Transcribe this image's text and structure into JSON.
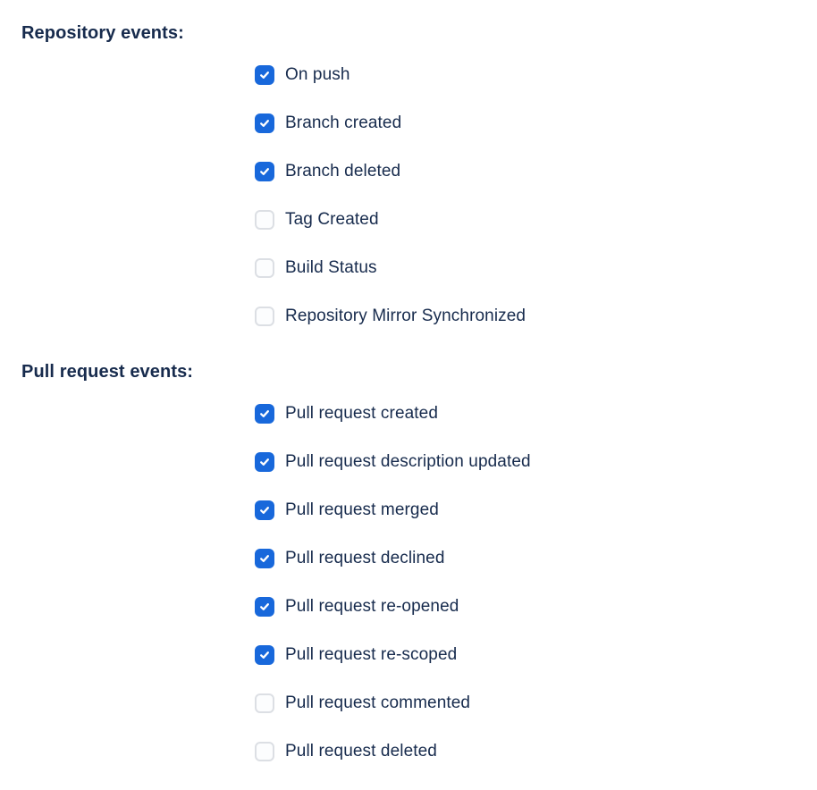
{
  "form": {
    "sections": [
      {
        "id": "repository-events",
        "heading": "Repository events:",
        "options": [
          {
            "label": "On push",
            "checked": true
          },
          {
            "label": "Branch created",
            "checked": true
          },
          {
            "label": "Branch deleted",
            "checked": true
          },
          {
            "label": "Tag Created",
            "checked": false
          },
          {
            "label": "Build Status",
            "checked": false
          },
          {
            "label": "Repository Mirror Synchronized",
            "checked": false
          }
        ]
      },
      {
        "id": "pull-request-events",
        "heading": "Pull request events:",
        "options": [
          {
            "label": "Pull request created",
            "checked": true
          },
          {
            "label": "Pull request description updated",
            "checked": true
          },
          {
            "label": "Pull request merged",
            "checked": true
          },
          {
            "label": "Pull request declined",
            "checked": true
          },
          {
            "label": "Pull request re-opened",
            "checked": true
          },
          {
            "label": "Pull request re-scoped",
            "checked": true
          },
          {
            "label": "Pull request commented",
            "checked": false
          },
          {
            "label": "Pull request deleted",
            "checked": false
          }
        ]
      }
    ]
  },
  "icons": {
    "checked_checkbox": "checkmark-icon"
  },
  "colors": {
    "text": "#172B4D",
    "checkbox_checked_bg": "#1868DB",
    "checkbox_checkmark": "#FFFFFF",
    "checkbox_unchecked_bg": "#FCFDFE",
    "checkbox_unchecked_border": "#DCDFE4",
    "page_bg": "#FFFFFF"
  }
}
